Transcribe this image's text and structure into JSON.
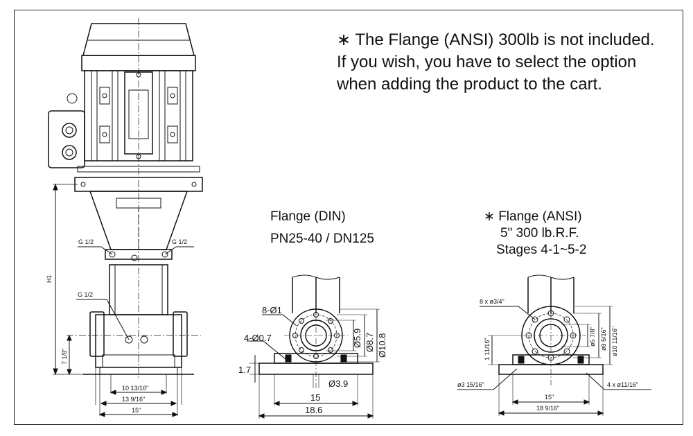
{
  "note": {
    "line1": "∗ The Flange (ANSI) 300lb is not included.",
    "line2": "If you wish, you have to select the option",
    "line3": "when adding the product to the cart."
  },
  "pump": {
    "g_left_top": "G 1/2",
    "g_right_top": "G 1/2",
    "g_lower": "G 1/2",
    "h1": "H1",
    "height_base": "7 1/8\"",
    "width_inner": "10 13/16\"",
    "width_mid": "13 9/16\"",
    "width_outer": "15\""
  },
  "din": {
    "title1": "Flange (DIN)",
    "title2": "PN25-40 / DN125",
    "holes": "8-Ø1",
    "bolt": "4-Ø0.7",
    "d1": "Ø5.9",
    "d2": "Ø8.7",
    "d3": "Ø10.8",
    "height": "1.7",
    "center": "Ø3.9",
    "w1": "15",
    "w2": "18.6"
  },
  "ansi": {
    "title1": "∗ Flange (ANSI)",
    "title2": "5\" 300 lb.R.F.",
    "title3": "Stages 4-1~5-2",
    "holes": "8 x ø3/4\"",
    "d1": "ø5 7/8\"",
    "d2": "ø9 5/16\"",
    "d3": "ø10 11/16\"",
    "height": "1 11/16\"",
    "left_d": "ø3 15/16\"",
    "bolt": "4 x ø11/16\"",
    "w1": "15\"",
    "w2": "18 9/16\""
  }
}
